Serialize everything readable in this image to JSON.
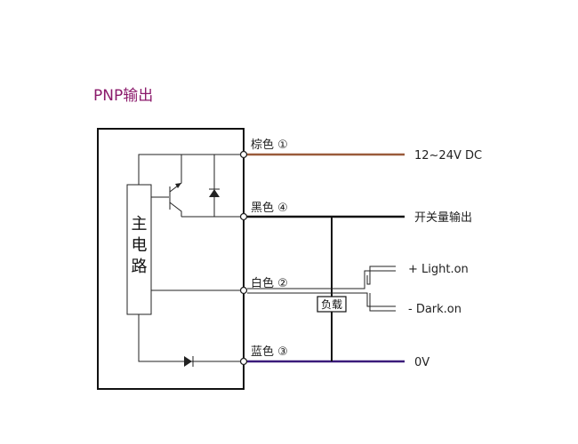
{
  "title": "PNP输出",
  "main_circuit_label": [
    "主",
    "电",
    "路"
  ],
  "load_label": "负载",
  "wires": [
    {
      "id": "brown",
      "label": "棕色",
      "number": "①",
      "output": "12~24V DC",
      "color": "#9a5a3a"
    },
    {
      "id": "black",
      "label": "黑色",
      "number": "④",
      "output": "开关量输出",
      "color": "#111111"
    },
    {
      "id": "white",
      "label": "白色",
      "number": "②",
      "output": "",
      "color": "#777777"
    },
    {
      "id": "blue",
      "label": "蓝色",
      "number": "③",
      "output": "0V",
      "color": "#3a1a7a"
    }
  ],
  "switch_labels": {
    "light_on": "+ Light.on",
    "dark_on": "- Dark.on"
  }
}
